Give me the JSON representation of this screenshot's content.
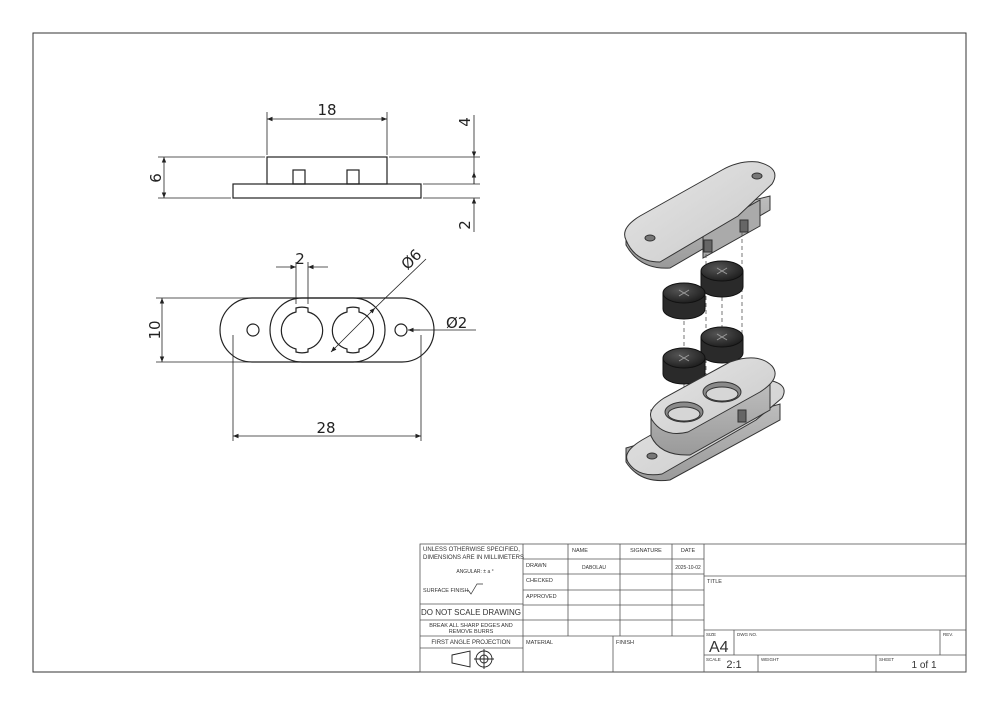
{
  "dimensions": {
    "front_width": "18",
    "front_height": "6",
    "front_top_gap": "4",
    "front_base": "2",
    "slot_width": "2",
    "bore_diameter": "Ø6",
    "hole_diameter": "Ø2",
    "plan_height": "10",
    "overall_length": "28"
  },
  "title_block": {
    "notes": {
      "line1": "UNLESS OTHERWISE SPECIFIED,",
      "line2": "DIMENSIONS ARE IN MILLIMETERS",
      "angular": "ANGULAR: ± a °",
      "surface_finish": "SURFACE FINISH",
      "do_not_scale": "DO NOT SCALE DRAWING",
      "break_edges_1": "BREAK ALL SHARP EDGES AND",
      "break_edges_2": "REMOVE BURRS",
      "projection": "FIRST ANGLE PROJECTION"
    },
    "headers": {
      "name": "NAME",
      "signature": "SIGNATURE",
      "date": "DATE"
    },
    "rows": {
      "drawn": "DRAWN",
      "drawn_name": "DABOLAU",
      "drawn_date": "2025-10-02",
      "checked": "CHECKED",
      "approved": "APPROVED",
      "material": "MATERIAL",
      "finish": "FINISH"
    },
    "title_label": "TITLE",
    "size_label": "SIZE",
    "size_value": "A4",
    "dwg_no_label": "DWG NO.",
    "rev_label": "REV.",
    "scale_label": "SCALE",
    "scale_value": "2:1",
    "weight_label": "WEIGHT",
    "sheet_label": "SHEET",
    "sheet_value": "1 of 1"
  }
}
